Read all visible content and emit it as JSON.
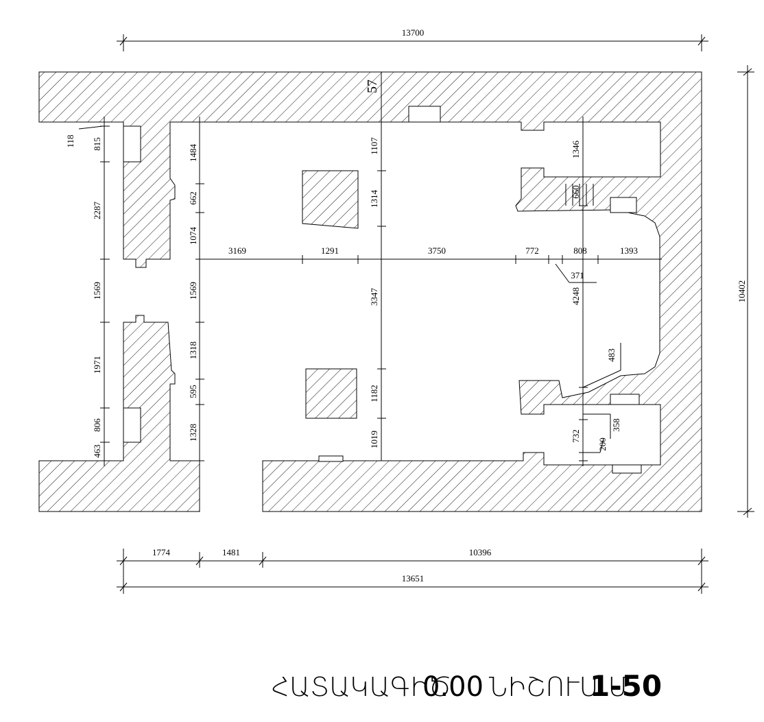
{
  "plan": {
    "overall": {
      "top_width": "13700",
      "right_height": "10402",
      "bottom_total": "13651",
      "bottom_segments": [
        "1774",
        "1481",
        "10396"
      ],
      "top_small": "57"
    },
    "left_wall_dims": [
      "118",
      "815",
      "2287",
      "1569",
      "1971",
      "806",
      "463"
    ],
    "inner_left_dims": [
      "1484",
      "662",
      "1074",
      "1569",
      "1318",
      "595",
      "1328"
    ],
    "center_vertical_dims": [
      "1107",
      "1314",
      "3347",
      "1182",
      "1019"
    ],
    "center_horizontal_dims": [
      "3169",
      "1291",
      "3750"
    ],
    "right_horizontal_dims": [
      "772",
      "808",
      "1393"
    ],
    "right_vertical_dims": [
      "1346",
      "660",
      "4248",
      "732"
    ],
    "callout_dims": [
      "371",
      "483",
      "358",
      "200"
    ]
  },
  "title": {
    "text_armenian": "ՀԱՏԱԿԱԳԻԾ",
    "level": "0.00",
    "mark_text": "ՆԻՇՈՒՄ Մ",
    "scale": "1-50"
  }
}
